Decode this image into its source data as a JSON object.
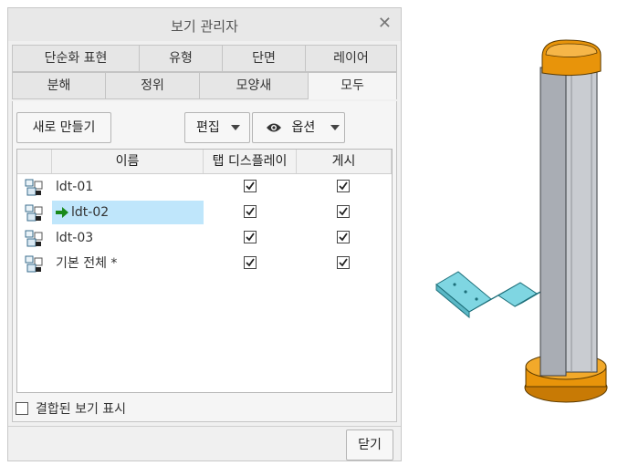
{
  "dialog": {
    "title": "보기 관리자",
    "close_glyph": "✕"
  },
  "tabs_row1": [
    "단순화 표현",
    "유형",
    "단면",
    "레이어"
  ],
  "tabs_row2": [
    "분해",
    "정위",
    "모양새",
    "모두"
  ],
  "active_tab": "모두",
  "toolbar": {
    "new_label": "새로 만들기",
    "edit_label": "편집",
    "options_label": "옵션",
    "options_icon": "eye-icon"
  },
  "table": {
    "headers": [
      "이름",
      "탭 디스플레이",
      "게시"
    ],
    "rows": [
      {
        "name": "ldt-01",
        "tab_display": true,
        "publish": true,
        "active": false,
        "icon": "view-icon"
      },
      {
        "name": "ldt-02",
        "tab_display": true,
        "publish": true,
        "active": true,
        "icon": "view-icon"
      },
      {
        "name": "ldt-03",
        "tab_display": true,
        "publish": true,
        "active": false,
        "icon": "view-icon"
      },
      {
        "name": "기본 전체 *",
        "tab_display": true,
        "publish": true,
        "active": false,
        "icon": "view-icon"
      }
    ]
  },
  "footer": {
    "combined_label": "결합된 보기 표시",
    "combined_checked": false,
    "close_label": "닫기"
  },
  "colors": {
    "selection": "#bfe6fb",
    "active_arrow": "#1a8a1a",
    "model_body": "#b8bcc2",
    "model_cap": "#e8940a",
    "model_bracket": "#7fd6e2"
  }
}
